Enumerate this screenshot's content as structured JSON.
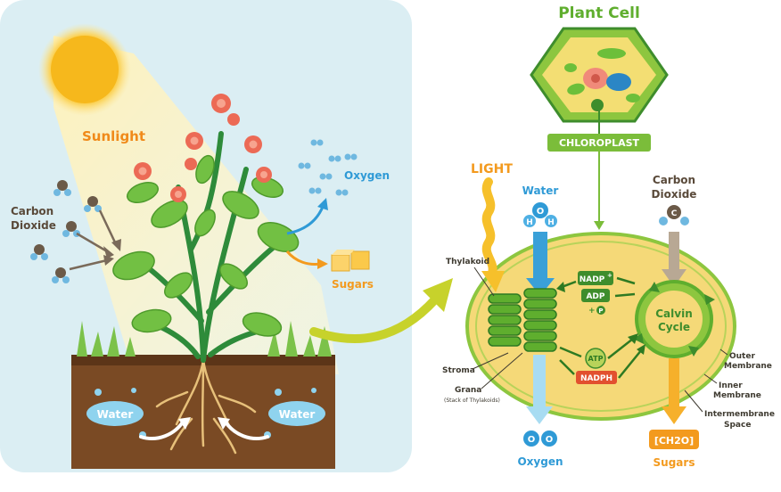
{
  "left_panel": {
    "sunlight": "Sunlight",
    "carbon_dioxide": [
      "Carbon",
      "Dioxide"
    ],
    "oxygen": "Oxygen",
    "sugars": "Sugars",
    "water_left": "Water",
    "water_right": "Water"
  },
  "right_panel": {
    "plant_cell": "Plant Cell",
    "chloroplast": "CHLOROPLAST",
    "light": "LIGHT",
    "water": "Water",
    "carbon_dioxide": [
      "Carbon",
      "Dioxide"
    ],
    "thylakoid": "Thylakoid",
    "stroma": "Stroma",
    "grana": "Grana",
    "grana_note": "(Stack of Thylakoids)",
    "nadp": "NADP",
    "nadp_sup": "+",
    "adp": "ADP",
    "plus_p": "+",
    "p": "P",
    "atp": "ATP",
    "nadph": "NADPH",
    "calvin_cycle": [
      "Calvin",
      "Cycle"
    ],
    "outer_membrane": [
      "Outer",
      "Membrane"
    ],
    "inner_membrane": [
      "Inner",
      "Membrane"
    ],
    "intermembrane_space": [
      "Intermembrane",
      "Space"
    ],
    "oxygen": "Oxygen",
    "sugars": "Sugars",
    "ch2o": "[CH2O]",
    "molecule_o": "O",
    "molecule_h": "H",
    "molecule_c": "C"
  },
  "colors": {
    "sky_panel": "#dbeef3",
    "sun": "#f6b81c",
    "sunlight_text": "#f08a1a",
    "dark_text": "#5a4a3a",
    "oxygen_blue": "#2f9ad6",
    "sugar_orange": "#f39a1e",
    "soil": "#7a4a24",
    "leaf_green": "#6cbf3a",
    "cell_green": "#8dc63f",
    "chloroplast_fill": "#f5d978",
    "title_green": "#5fae2e"
  }
}
